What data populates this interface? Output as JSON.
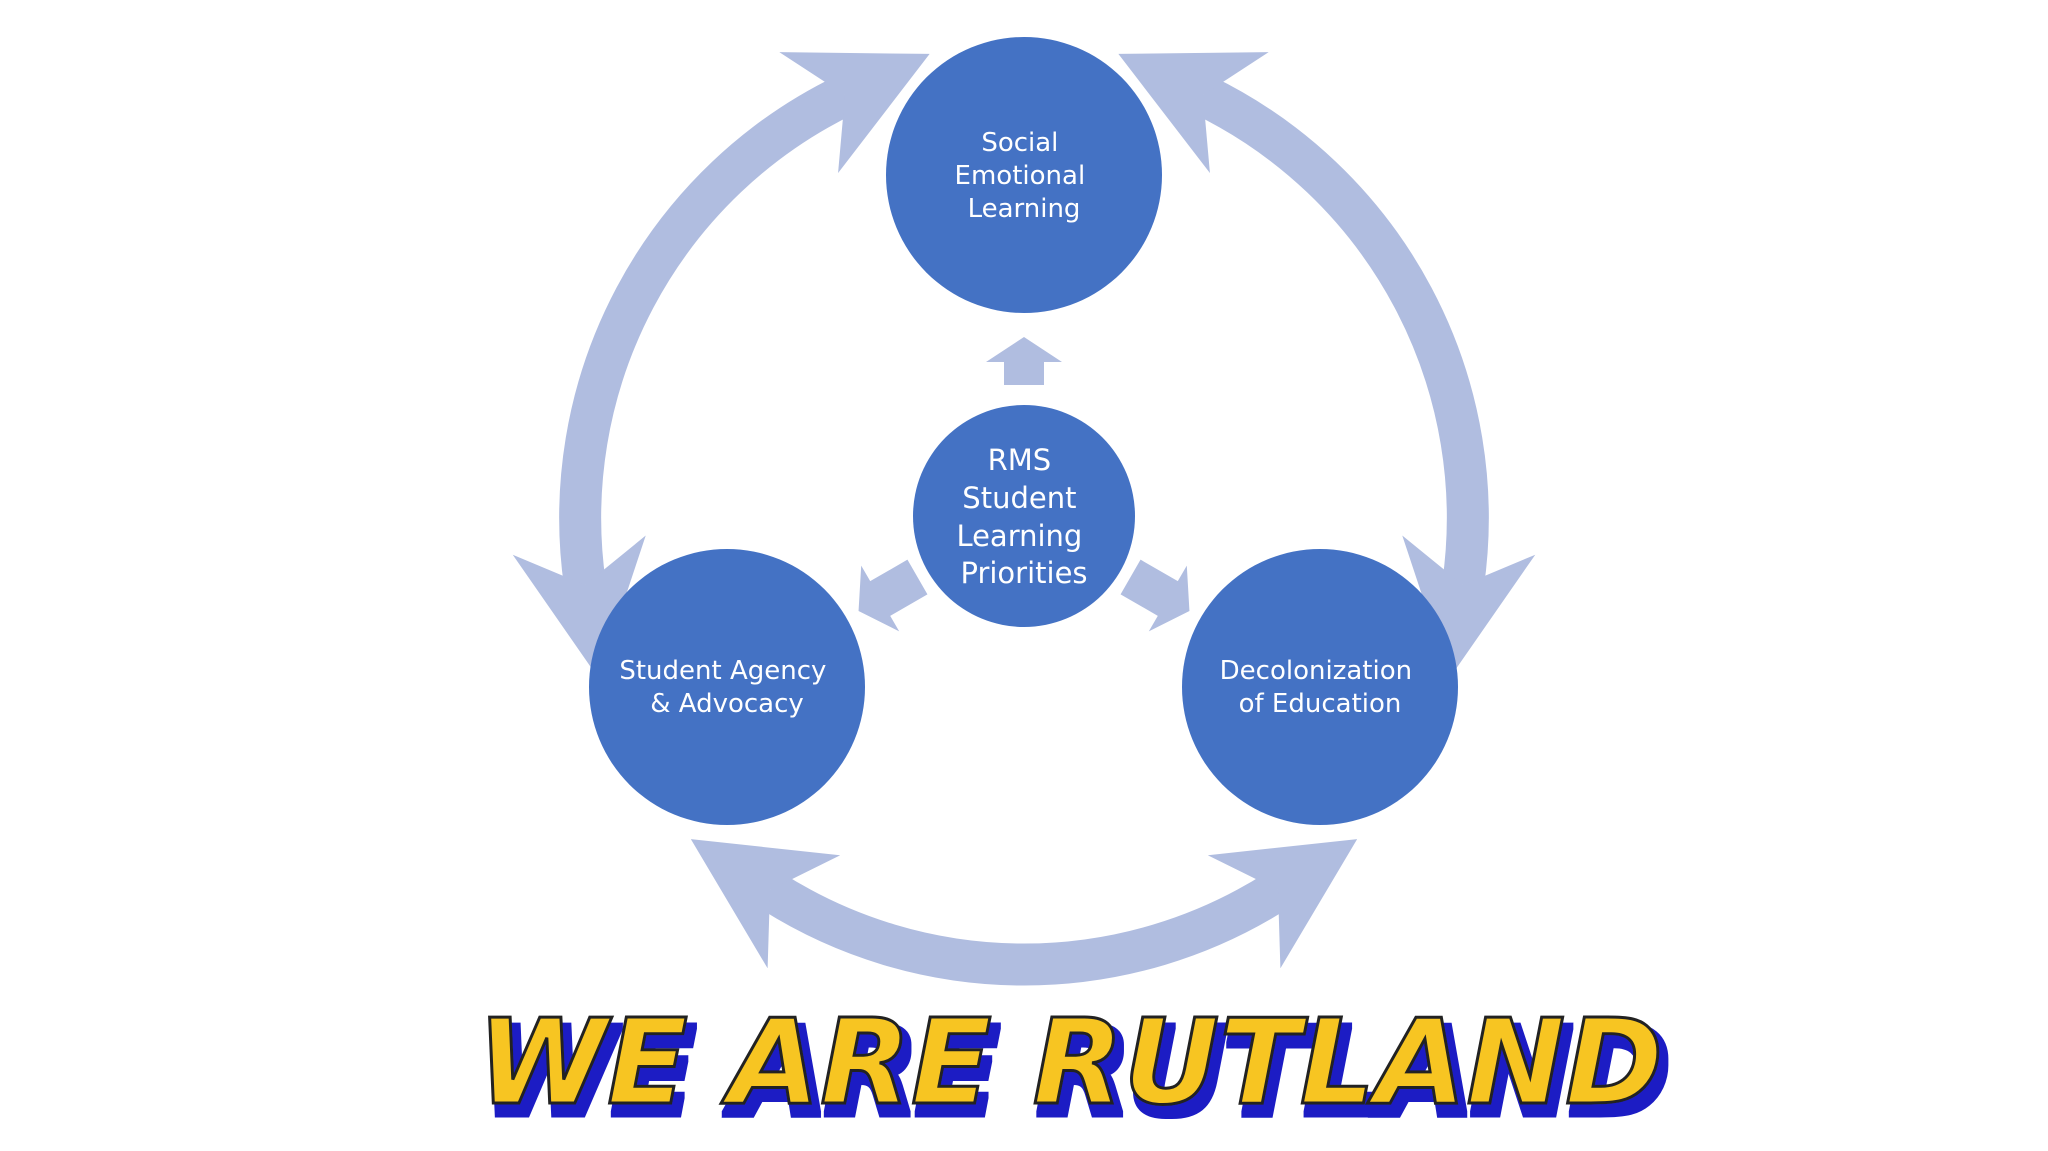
{
  "colors": {
    "node": "#4472c4",
    "arrow": "#b0bde0",
    "logo_yellow": "#f7c520",
    "logo_blue": "#1a1fc4"
  },
  "nodes": {
    "center": {
      "lines": [
        "RMS",
        "Student",
        "Learning",
        "Priorities"
      ]
    },
    "top": {
      "lines": [
        "Social",
        "Emotional",
        "Learning"
      ]
    },
    "left": {
      "lines": [
        "Student Agency",
        "& Advocacy"
      ]
    },
    "right": {
      "lines": [
        "Decolonization",
        "of Education"
      ]
    }
  },
  "logo": {
    "text": "WE ARE RUTLAND"
  }
}
